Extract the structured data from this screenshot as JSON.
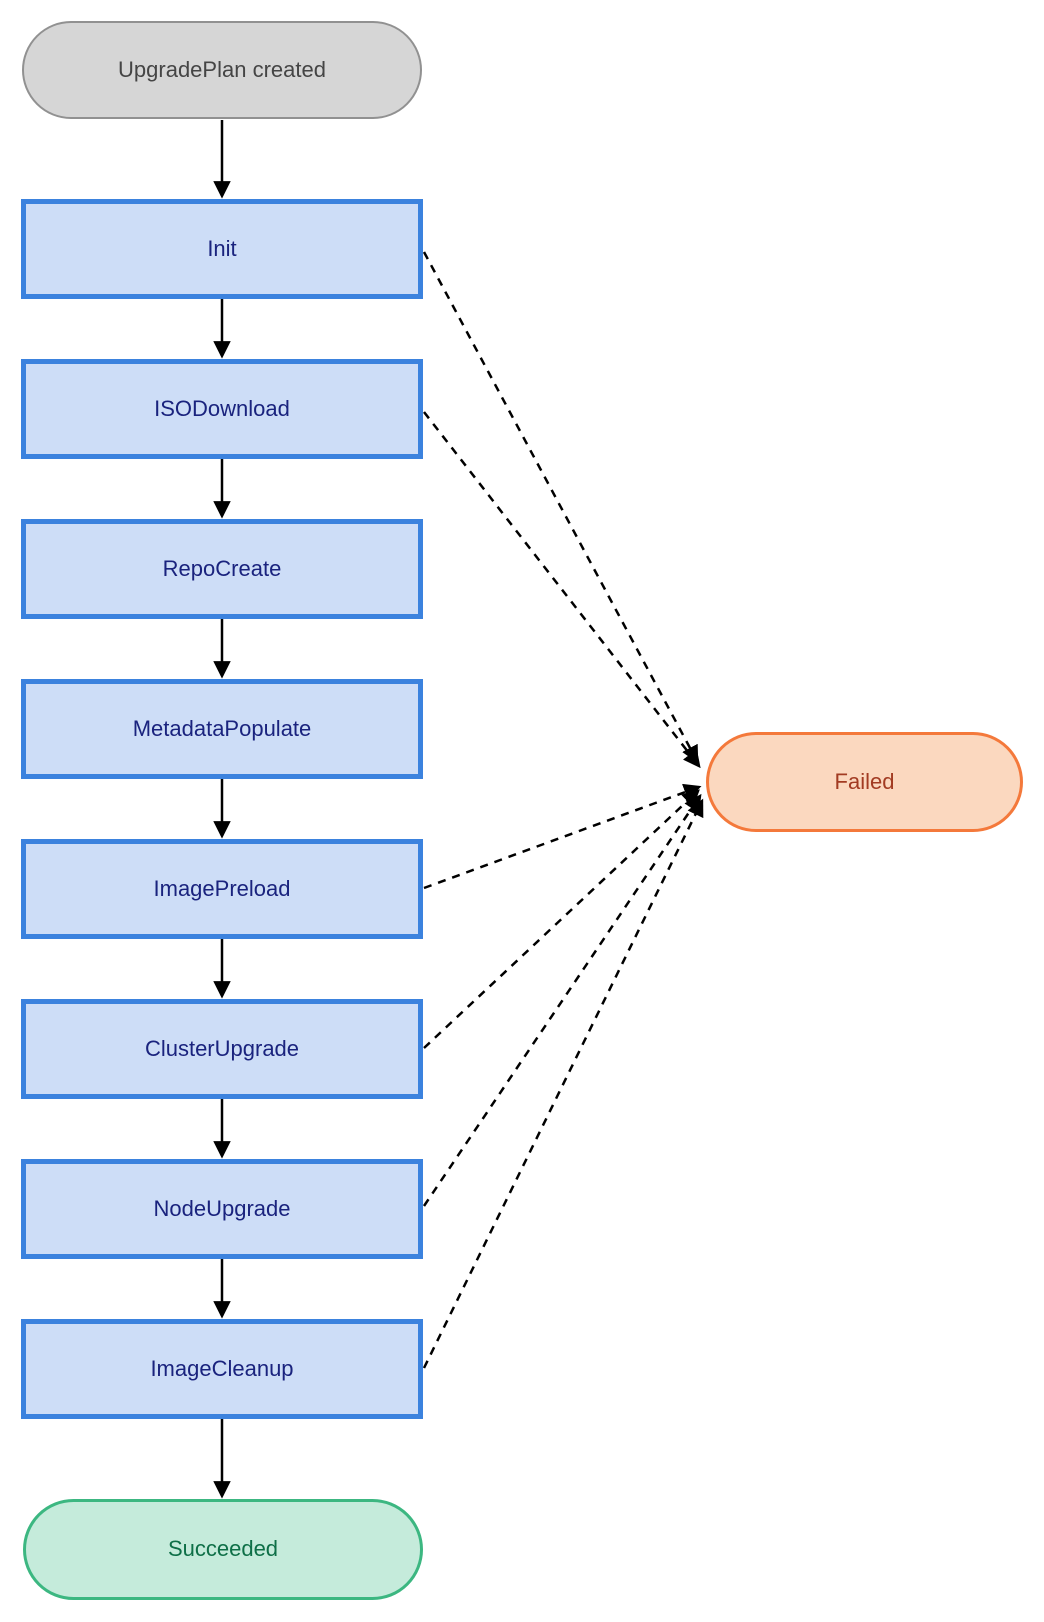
{
  "diagram": {
    "type": "state-flowchart",
    "nodes": [
      {
        "id": "start",
        "label": "UpgradePlan created",
        "shape": "stadium",
        "role": "start"
      },
      {
        "id": "init",
        "label": "Init",
        "shape": "rectangle",
        "role": "step"
      },
      {
        "id": "isodownload",
        "label": "ISODownload",
        "shape": "rectangle",
        "role": "step"
      },
      {
        "id": "repocreate",
        "label": "RepoCreate",
        "shape": "rectangle",
        "role": "step"
      },
      {
        "id": "metadatapopulate",
        "label": "MetadataPopulate",
        "shape": "rectangle",
        "role": "step"
      },
      {
        "id": "imagepreload",
        "label": "ImagePreload",
        "shape": "rectangle",
        "role": "step"
      },
      {
        "id": "clusterupgrade",
        "label": "ClusterUpgrade",
        "shape": "rectangle",
        "role": "step"
      },
      {
        "id": "nodeupgrade",
        "label": "NodeUpgrade",
        "shape": "rectangle",
        "role": "step"
      },
      {
        "id": "imagecleanup",
        "label": "ImageCleanup",
        "shape": "rectangle",
        "role": "step"
      },
      {
        "id": "succeeded",
        "label": "Succeeded",
        "shape": "stadium",
        "role": "terminal-success"
      },
      {
        "id": "failed",
        "label": "Failed",
        "shape": "stadium",
        "role": "terminal-failure"
      }
    ],
    "edges": {
      "solid": [
        {
          "from": "UpgradePlan created",
          "to": "Init"
        },
        {
          "from": "Init",
          "to": "ISODownload"
        },
        {
          "from": "ISODownload",
          "to": "RepoCreate"
        },
        {
          "from": "RepoCreate",
          "to": "MetadataPopulate"
        },
        {
          "from": "MetadataPopulate",
          "to": "ImagePreload"
        },
        {
          "from": "ImagePreload",
          "to": "ClusterUpgrade"
        },
        {
          "from": "ClusterUpgrade",
          "to": "NodeUpgrade"
        },
        {
          "from": "NodeUpgrade",
          "to": "ImageCleanup"
        },
        {
          "from": "ImageCleanup",
          "to": "Succeeded"
        }
      ],
      "dashed": [
        {
          "from": "Init",
          "to": "Failed"
        },
        {
          "from": "ISODownload",
          "to": "Failed"
        },
        {
          "from": "ImagePreload",
          "to": "Failed"
        },
        {
          "from": "ClusterUpgrade",
          "to": "Failed"
        },
        {
          "from": "NodeUpgrade",
          "to": "Failed"
        },
        {
          "from": "ImageCleanup",
          "to": "Failed"
        }
      ]
    }
  },
  "colors": {
    "step_fill": "#cdddf7",
    "step_border": "#3b82de",
    "step_text": "#1a237e",
    "start_fill": "#d6d6d6",
    "start_border": "#919191",
    "start_text": "#454545",
    "succeeded_fill": "#c5ebdb",
    "succeeded_border": "#3cb781",
    "succeeded_text": "#0e6f47",
    "failed_fill": "#fbd8bf",
    "failed_border": "#f4793b",
    "failed_text": "#a23b22",
    "edge_color": "#000000"
  }
}
